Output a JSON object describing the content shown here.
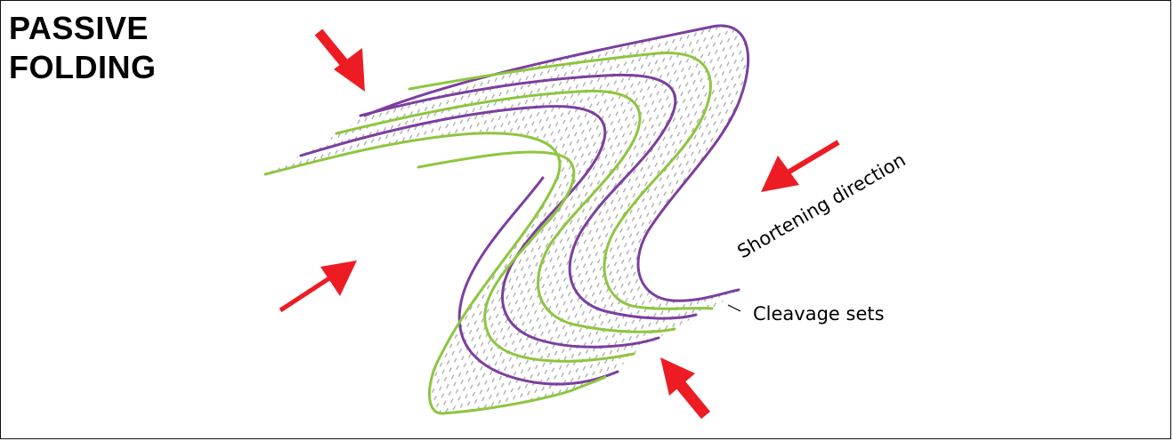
{
  "title": {
    "line1": "PASSIVE",
    "line2": "FOLDING"
  },
  "labels": {
    "shortening": "Shortening direction",
    "cleavage": "Cleavage sets"
  },
  "colors": {
    "purple": "#7b3f9e",
    "green": "#8dc63f",
    "arrow": "#ed1c24",
    "cleavage": "#a8a8a8"
  }
}
